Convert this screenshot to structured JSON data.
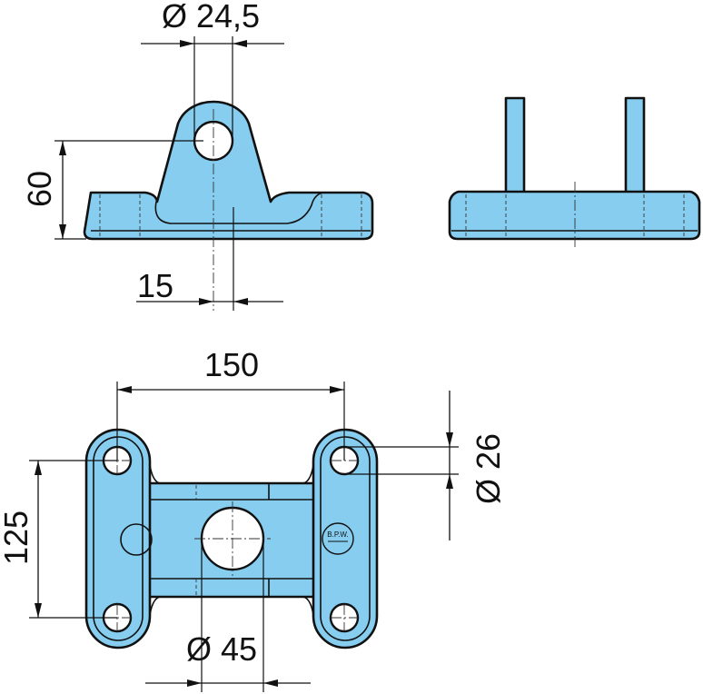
{
  "dimensions": {
    "bore_diameter": "Ø 24,5",
    "height": "60",
    "offset": "15",
    "hole_spacing_x": "150",
    "hole_spacing_y": "125",
    "mount_hole_diameter": "Ø 26",
    "center_hole_diameter": "Ø 45"
  },
  "logo": {
    "text": "B.P.W."
  },
  "colors": {
    "part_fill": "#86cdf0",
    "line": "#111111"
  }
}
